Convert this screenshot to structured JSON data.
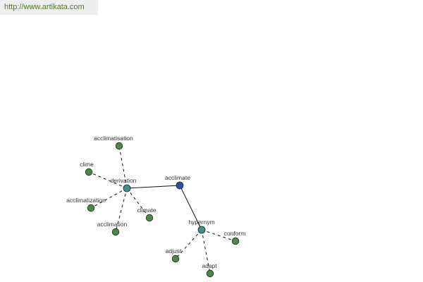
{
  "banner": {
    "url_text": "http://www.artikata.com"
  },
  "colors": {
    "root_node": "#2f4f9f",
    "relation_node": "#3f8f8f",
    "leaf_node": "#4a8a44",
    "node_stroke": "#222222",
    "edge": "#111111",
    "label": "#333333"
  },
  "graph": {
    "nodes": [
      {
        "id": "acclimate",
        "label": "acclimate",
        "kind": "root"
      },
      {
        "id": "derivation",
        "label": "derivation",
        "kind": "relation"
      },
      {
        "id": "hypernym",
        "label": "hypernym",
        "kind": "relation"
      },
      {
        "id": "acclimatisation",
        "label": "acclimatisation",
        "kind": "leaf"
      },
      {
        "id": "clime",
        "label": "clime",
        "kind": "leaf"
      },
      {
        "id": "acclimatization",
        "label": "acclimatization",
        "kind": "leaf"
      },
      {
        "id": "acclimation",
        "label": "acclimation",
        "kind": "leaf"
      },
      {
        "id": "climate",
        "label": "climate",
        "kind": "leaf"
      },
      {
        "id": "conform",
        "label": "conform",
        "kind": "leaf"
      },
      {
        "id": "adjust",
        "label": "adjust",
        "kind": "leaf"
      },
      {
        "id": "adapt",
        "label": "adapt",
        "kind": "leaf"
      }
    ],
    "edges": [
      {
        "from": "acclimate",
        "to": "derivation",
        "style": "solid"
      },
      {
        "from": "acclimate",
        "to": "hypernym",
        "style": "solid"
      },
      {
        "from": "derivation",
        "to": "acclimatisation",
        "style": "dashed"
      },
      {
        "from": "derivation",
        "to": "clime",
        "style": "dashed"
      },
      {
        "from": "derivation",
        "to": "acclimatization",
        "style": "dashed"
      },
      {
        "from": "derivation",
        "to": "acclimation",
        "style": "dashed"
      },
      {
        "from": "derivation",
        "to": "climate",
        "style": "dashed"
      },
      {
        "from": "hypernym",
        "to": "conform",
        "style": "dashed"
      },
      {
        "from": "hypernym",
        "to": "adjust",
        "style": "dashed"
      },
      {
        "from": "hypernym",
        "to": "adapt",
        "style": "dashed"
      }
    ]
  }
}
